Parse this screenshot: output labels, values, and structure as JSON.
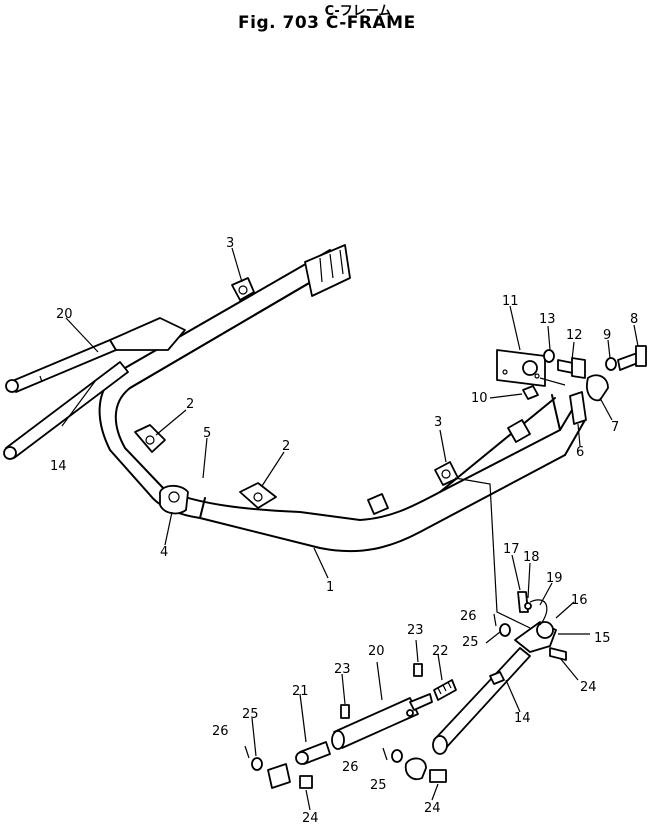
{
  "title": {
    "japanese": "C-フレーム",
    "english": "Fig. 703  C-FRAME"
  },
  "callouts": {
    "n1": "1",
    "n2a": "2",
    "n2b": "2",
    "n3a": "3",
    "n3b": "3",
    "n4": "4",
    "n5": "5",
    "n6": "6",
    "n7": "7",
    "n8": "8",
    "n9": "9",
    "n10": "10",
    "n11": "11",
    "n12": "12",
    "n13": "13",
    "n14a": "14",
    "n14b": "14",
    "n15": "15",
    "n16": "16",
    "n17": "17",
    "n18": "18",
    "n19": "19",
    "n20a": "20",
    "n20b": "20",
    "n21": "21",
    "n22": "22",
    "n23a": "23",
    "n23b": "23",
    "n24a": "24",
    "n24b": "24",
    "n24c": "24",
    "n25a": "25",
    "n25b": "25",
    "n25c": "25",
    "n26a": "26",
    "n26b": "26",
    "n26c": "26"
  }
}
